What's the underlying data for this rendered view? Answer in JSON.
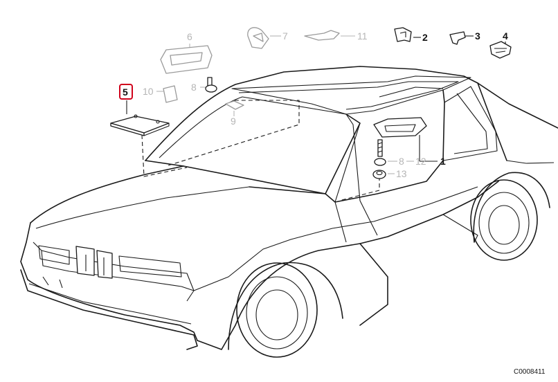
{
  "callouts": [
    {
      "num": "1"
    },
    {
      "num": "2"
    },
    {
      "num": "3"
    },
    {
      "num": "4"
    },
    {
      "num": "5"
    },
    {
      "num": "6"
    },
    {
      "num": "7"
    },
    {
      "num": "8"
    },
    {
      "num": "8"
    },
    {
      "num": "9"
    },
    {
      "num": "10"
    },
    {
      "num": "11"
    },
    {
      "num": "12"
    },
    {
      "num": "13"
    }
  ],
  "diagram_code": "C0008411",
  "highlight_color": "#d0021b"
}
